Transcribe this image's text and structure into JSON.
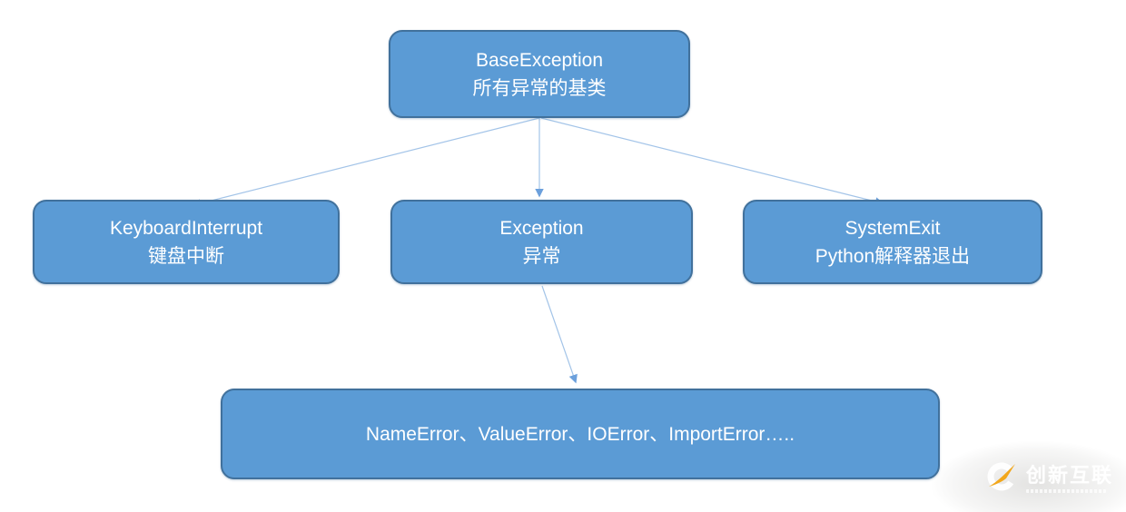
{
  "colors": {
    "node_fill": "#5b9bd5",
    "node_border": "#41719c",
    "arrow": "#a3c4e8",
    "arrowhead": "#6ca0dc",
    "node_text": "#ffffff",
    "watermark_orange": "#f2a71b",
    "background": "#ffffff"
  },
  "nodes": {
    "base": {
      "line1": "BaseException",
      "line2": "所有异常的基类"
    },
    "keyboard_interrupt": {
      "line1": "KeyboardInterrupt",
      "line2": "键盘中断"
    },
    "exception": {
      "line1": "Exception",
      "line2": "异常"
    },
    "system_exit": {
      "line1": "SystemExit",
      "line2": "Python解释器退出"
    },
    "sub_errors": {
      "line1": "NameError、ValueError、IOError、ImportError….."
    }
  },
  "edges": [
    {
      "from": "base",
      "to": "keyboard_interrupt"
    },
    {
      "from": "base",
      "to": "exception"
    },
    {
      "from": "base",
      "to": "system_exit"
    },
    {
      "from": "exception",
      "to": "sub_errors"
    }
  ],
  "watermark": {
    "brand": "创新互联"
  }
}
